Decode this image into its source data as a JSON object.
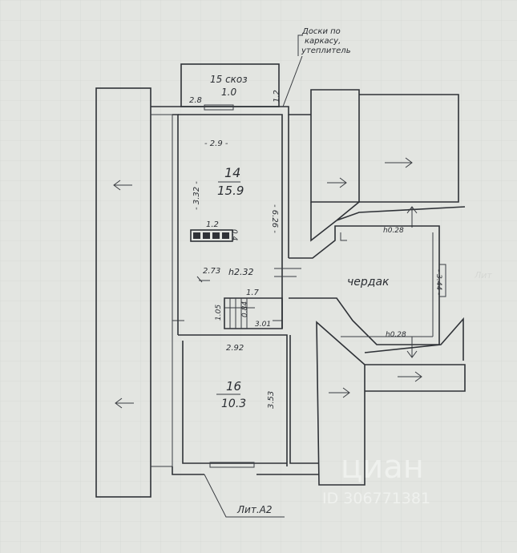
{
  "annotations": {
    "boards_note": [
      "Доски по",
      "каркасу,",
      "утеплитель"
    ],
    "lit": "Лит.А2",
    "lit_faint": "Лит"
  },
  "rooms": {
    "balcony": {
      "number": "15 скоз",
      "area": "1.0"
    },
    "room14": {
      "number": "14",
      "area": "15.9"
    },
    "room16": {
      "number": "16",
      "area": "10.3"
    },
    "attic": {
      "name": "чердак"
    }
  },
  "dimensions": {
    "d_2_8": "2.8",
    "d_1_2": "1.2",
    "d_2_9": "- 2.9 -",
    "d_3_32": "- 3.32 -",
    "d_6_26": "- 6.26 -",
    "d_1_2b": "1.2",
    "d_0_4": "0.4",
    "d_2_73": "2.73",
    "h_2_32": "h2.32",
    "d_1_7": "1.7",
    "d_1_05": "1.05",
    "d_0_84": "0.84",
    "d_3_01": "3.01",
    "d_2_92": "2.92",
    "d_3_53": "3.53",
    "h_028_top": "h0.28",
    "h_028_bot": "h0.28",
    "d_3_44": "- 3.44 -"
  },
  "watermark": {
    "brand": "циан",
    "id": "ID 306771381"
  },
  "colors": {
    "paper": "#e3e5e1",
    "ink": "#2f3237"
  }
}
